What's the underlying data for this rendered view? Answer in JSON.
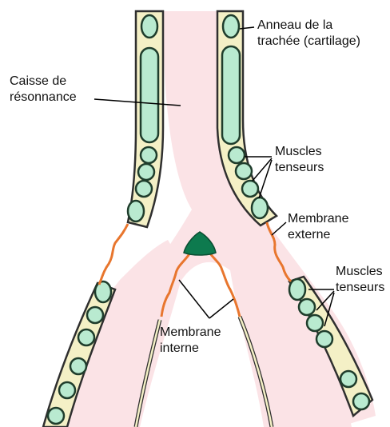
{
  "colors": {
    "lumen": "#fbe3e6",
    "wall": "#f4f0c6",
    "outline": "#2f2f2f",
    "ring_fill": "#b9ead0",
    "ring_stroke": "#1f3d2c",
    "membrane": "#e8762e",
    "pessulus": "#0d7a4e",
    "leader": "#000000"
  },
  "labels": {
    "anneau": {
      "line1": "Anneau de la",
      "line2": "trachée (cartilage)"
    },
    "caisse": {
      "line1": "Caisse de",
      "line2": "résonnance"
    },
    "muscles_top": {
      "line1": "Muscles",
      "line2": "tenseurs"
    },
    "membrane_externe": {
      "line1": "Membrane",
      "line2": "externe"
    },
    "muscles_right": {
      "line1": "Muscles",
      "line2": "tenseurs"
    },
    "membrane_interne": {
      "line1": "Membrane",
      "line2": "interne"
    }
  }
}
